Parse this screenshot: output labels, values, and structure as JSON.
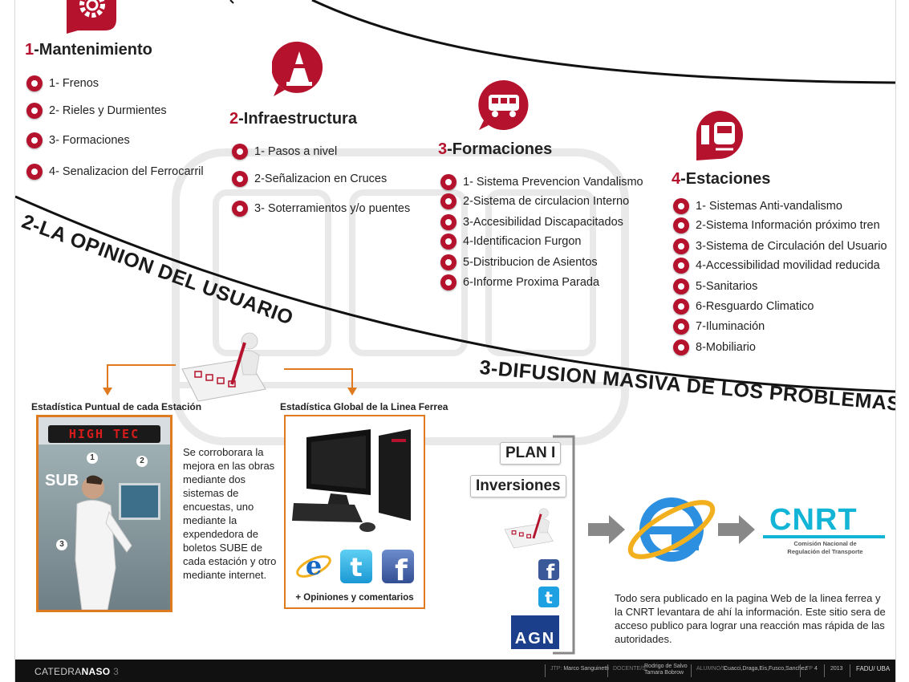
{
  "categories": [
    {
      "num": "1",
      "title": "-Mantenimiento",
      "icon": "gear-icon",
      "items": [
        "1- Frenos",
        "2- Rieles y Durmientes",
        "3- Formaciones",
        "4- Senalizacion del Ferrocarril"
      ]
    },
    {
      "num": "2",
      "title": "-Infraestructura",
      "icon": "traffic-cone-icon",
      "items": [
        "1- Pasos a nivel",
        "2-Señalizacion en Cruces",
        "3- Soterramientos y/o puentes"
      ]
    },
    {
      "num": "3",
      "title": "-Formaciones",
      "icon": "train-car-icon",
      "items": [
        "1- Sistema Prevencion Vandalismo",
        "2-Sistema de circulacion Interno",
        "3-Accesibilidad Discapacitados",
        "4-Identificacion Furgon",
        "5-Distribucion de Asientos",
        "6-Informe Proxima Parada"
      ]
    },
    {
      "num": "4",
      "title": "-Estaciones",
      "icon": "train-station-icon",
      "items": [
        "1- Sistemas Anti-vandalismo",
        "2-Sistema Información próximo tren",
        "3-Sistema de Circulación del Usuario",
        "4-Accessibilidad movilidad reducida",
        "5-Sanitarios",
        "6-Resguardo Climatico",
        "7-Iluminación",
        "8-Mobiliario"
      ]
    }
  ],
  "section2": {
    "heading": "2-LA OPINION DEL USUARIO"
  },
  "section3": {
    "heading": "3-DIFUSION MASIVA DE LOS PROBLEMAS"
  },
  "stats": {
    "station_label": "Estadística Puntual de cada Estación",
    "global_label": "Estadística Global de la Linea Ferrea",
    "led_text": "HIGH TEC",
    "sube_text": "SUB",
    "machine_steps": [
      "1",
      "2",
      "3"
    ],
    "opinions_label": "+ Opiniones y comentarios",
    "paragraph": "Se corroborara la mejora en las obras mediante dos sistemas de encuestas, uno mediante la expendedora de boletos SUBE de cada estación y otro mediante internet."
  },
  "plan": {
    "plan_label": "PLAN I",
    "inversiones_label": "Inversiones",
    "agn_label": "AGN",
    "cnrt_logo": "CNRT",
    "cnrt_line1": "Comisión Nacional de",
    "cnrt_line2": "Regulación del Transporte",
    "paragraph": "Todo sera publicado en la pagina Web de la linea ferrea y la CNRT levantara de ahí la información. Este sitio sera de acceso publico para lograr una reacción mas rápida de las autoridades."
  },
  "footer": {
    "brand_a": "CATEDRA",
    "brand_b": "NASO",
    "brand_c": "3",
    "jtp_k": "JTP:",
    "jtp_v": "Marco Sanguinetti",
    "docentes_k": "DOCENTE/S:",
    "docentes_v1": "Rodrigo de Salvo",
    "docentes_v2": "Tamara Bobrow",
    "alumnos_k": "ALUMNO/S:",
    "alumnos_v": "Cuacci,Draga,Eis,Fusco,Sanchez",
    "tp_k": "TP",
    "tp_v": "4",
    "year": "2013",
    "school": "FADU/ UBA"
  },
  "colors": {
    "accent": "#b5122d",
    "orange": "#e07a1f",
    "cnrt": "#13b5d6",
    "dark": "#111111"
  }
}
